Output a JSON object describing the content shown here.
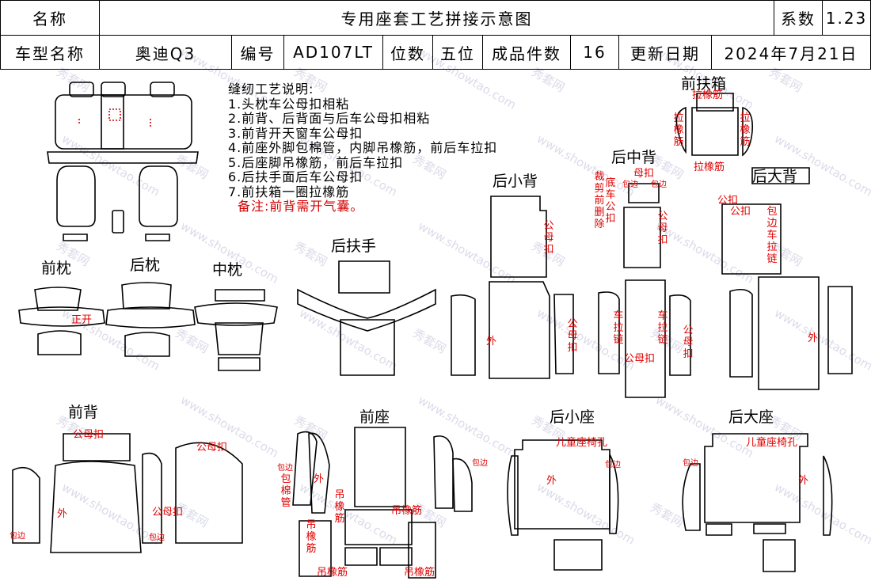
{
  "header": {
    "name_label": "名称",
    "title": "专用座套工艺拼接示意图",
    "coef_label": "系数",
    "coef": "1.23",
    "model_label": "车型名称",
    "model": "奥迪Q3",
    "code_label": "编号",
    "code": "AD107LT",
    "seat_label": "位数",
    "seat": "五位",
    "pieces_label": "成品件数",
    "pieces": "16",
    "update_label": "更新日期",
    "update": "2024年7月21日"
  },
  "notes": {
    "title": "缝纫工艺说明:",
    "items": [
      "1.头枕车公母扣相粘",
      "2.前背、后背面与后车公母扣相粘",
      "3.前背开天窗车公母扣",
      "4.前座外脚包棉管，内脚吊橡筋，前后车拉扣",
      "5.后座脚吊橡筋，前后车拉扣",
      "6.后扶手面后车公母扣",
      "7.前扶箱一圈拉橡筋"
    ],
    "remark": "备注:前背需开气囊。"
  },
  "parts": {
    "front_armbox": "前扶箱",
    "rear_mid_back": "后中背",
    "rear_small_back": "后小背",
    "rear_big_back": "后大背",
    "rear_armrest": "后扶手",
    "front_pillow": "前枕",
    "rear_pillow": "后枕",
    "mid_pillow": "中枕",
    "front_back": "前背",
    "front_seat": "前座",
    "rear_small_seat": "后小座",
    "rear_big_seat": "后大座"
  },
  "annotations": {
    "elastic": "拉橡筋",
    "snap": "公母扣",
    "snap_v": "公母扣",
    "outer": "外",
    "edge": "包边",
    "zip_v": "车拉链",
    "edge_zip_v": "包边车拉链",
    "child_seat_hole": "儿童座椅孔",
    "cut_v": "裁剪前删除",
    "bottom_snap_v": "底车公扣",
    "cotton_v": "包棉管",
    "hang_v": "吊橡筋",
    "hang": "吊橡筋",
    "elastic_v": "拉橡筋",
    "snap_a": "公扣",
    "open": "正开",
    "master": "母扣"
  },
  "watermarks": [
    "秀套网",
    "www.showtao.com"
  ],
  "colors": {
    "annotation": "#e00000",
    "line": "#000000",
    "watermark": "#b9b9d6"
  }
}
